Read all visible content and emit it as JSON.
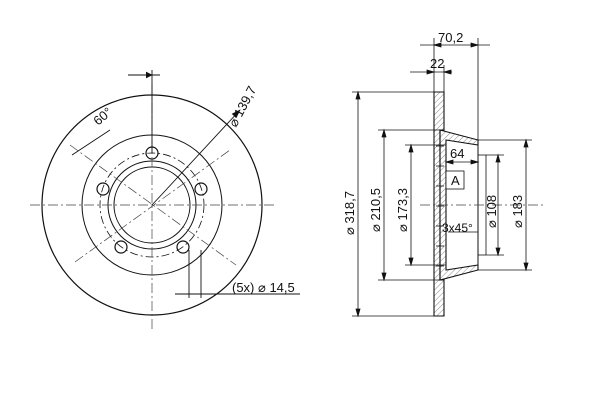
{
  "front_view": {
    "pcd_label": "⌀ 139,7",
    "angle_label": "60°",
    "bolt_holes_label": "(5x) ⌀ 14,5"
  },
  "side_view": {
    "overall_thickness": "70,2",
    "disc_thickness": "22",
    "outer_diameter": "⌀ 318,7",
    "friction_inner_diameter": "⌀ 210,5",
    "hat_diameter": "⌀ 173,3",
    "hat_depth": "64",
    "datum_label": "A",
    "chamfer_label": "3x45°",
    "bore_diameter": "⌀ 108",
    "hat_outer_diameter": "⌀ 183"
  },
  "colors": {
    "line": "#111111",
    "hatch": "#8a8a8a",
    "centerline": "#444444"
  }
}
